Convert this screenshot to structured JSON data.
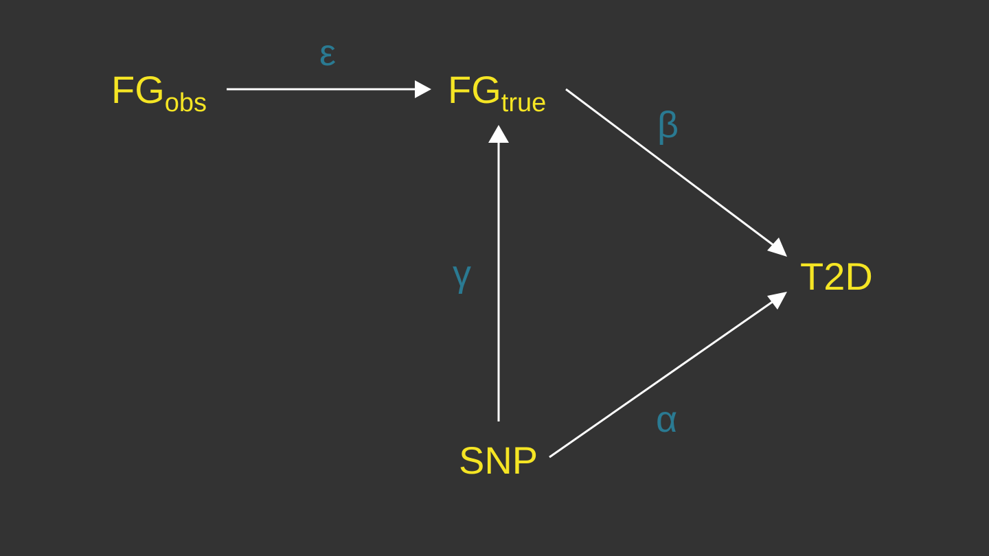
{
  "colors": {
    "background": "#333333",
    "node_text": "#f5e524",
    "coefficient_text": "#2a7a92",
    "arrow": "#ffffff"
  },
  "nodes": {
    "fg_obs": {
      "base": "FG",
      "sub": "obs"
    },
    "fg_true": {
      "base": "FG",
      "sub": "true"
    },
    "t2d": {
      "label": "T2D"
    },
    "snp": {
      "label": "SNP"
    }
  },
  "edges": [
    {
      "from": "fg_obs",
      "to": "fg_true",
      "coefficient": "ε"
    },
    {
      "from": "fg_true",
      "to": "t2d",
      "coefficient": "β"
    },
    {
      "from": "snp",
      "to": "fg_true",
      "coefficient": "γ"
    },
    {
      "from": "snp",
      "to": "t2d",
      "coefficient": "α"
    }
  ]
}
